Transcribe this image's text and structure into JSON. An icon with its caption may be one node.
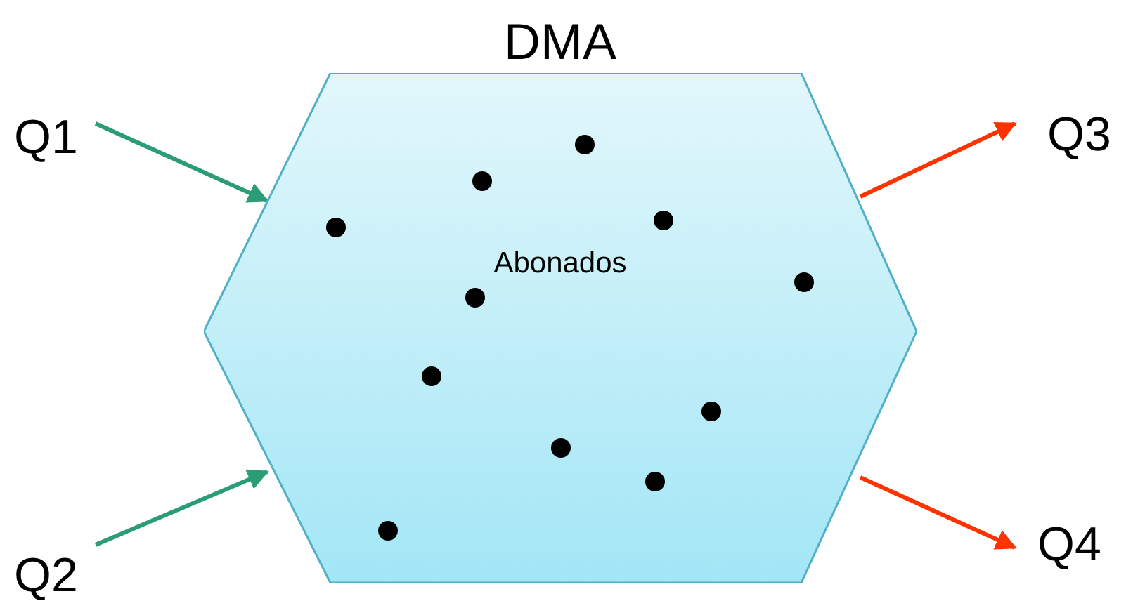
{
  "diagram": {
    "nodes": [
      {
        "text": [
          "DMA",
          "Abonados"
        ]
      },
      {
        "text": [
          "Q1"
        ]
      },
      {
        "text": [
          "Q2"
        ]
      },
      {
        "text": [
          "Q3"
        ]
      },
      {
        "text": [
          "Q4"
        ]
      }
    ],
    "edges": [
      {
        "from": 1,
        "to": 0,
        "arrow": "to",
        "color": "#2a9d78"
      },
      {
        "from": 2,
        "to": 0,
        "arrow": "to",
        "color": "#2a9d78"
      },
      {
        "from": 0,
        "to": 3,
        "arrow": "to",
        "color": "#ff3300"
      },
      {
        "from": 0,
        "to": 4,
        "arrow": "to",
        "color": "#ff3300"
      }
    ]
  }
}
